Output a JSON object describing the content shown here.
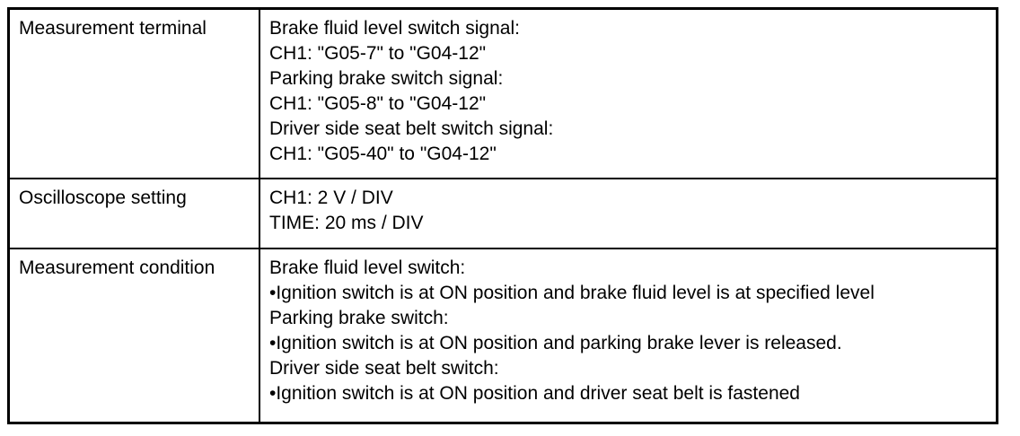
{
  "colors": {
    "border": "#000000",
    "text": "#000000",
    "background": "#ffffff"
  },
  "table": {
    "rows": [
      {
        "label": "Measurement terminal",
        "lines": [
          "Brake fluid level switch signal:",
          "CH1: \"G05-7\" to \"G04-12\"",
          "Parking brake switch signal:",
          "CH1: \"G05-8\" to \"G04-12\"",
          "Driver side seat belt switch signal:",
          "CH1: \"G05-40\" to \"G04-12\""
        ]
      },
      {
        "label": "Oscilloscope setting",
        "lines": [
          "CH1: 2 V / DIV",
          "TIME: 20 ms / DIV"
        ]
      },
      {
        "label": "Measurement condition",
        "lines": [
          "Brake fluid level switch:",
          "•Ignition switch is at ON position and brake fluid level is at specified level",
          "Parking brake switch:",
          "•Ignition switch is at ON position and parking brake lever is released.",
          "Driver side seat belt switch:",
          "•Ignition switch is at ON position and driver seat belt is fastened"
        ]
      }
    ]
  }
}
